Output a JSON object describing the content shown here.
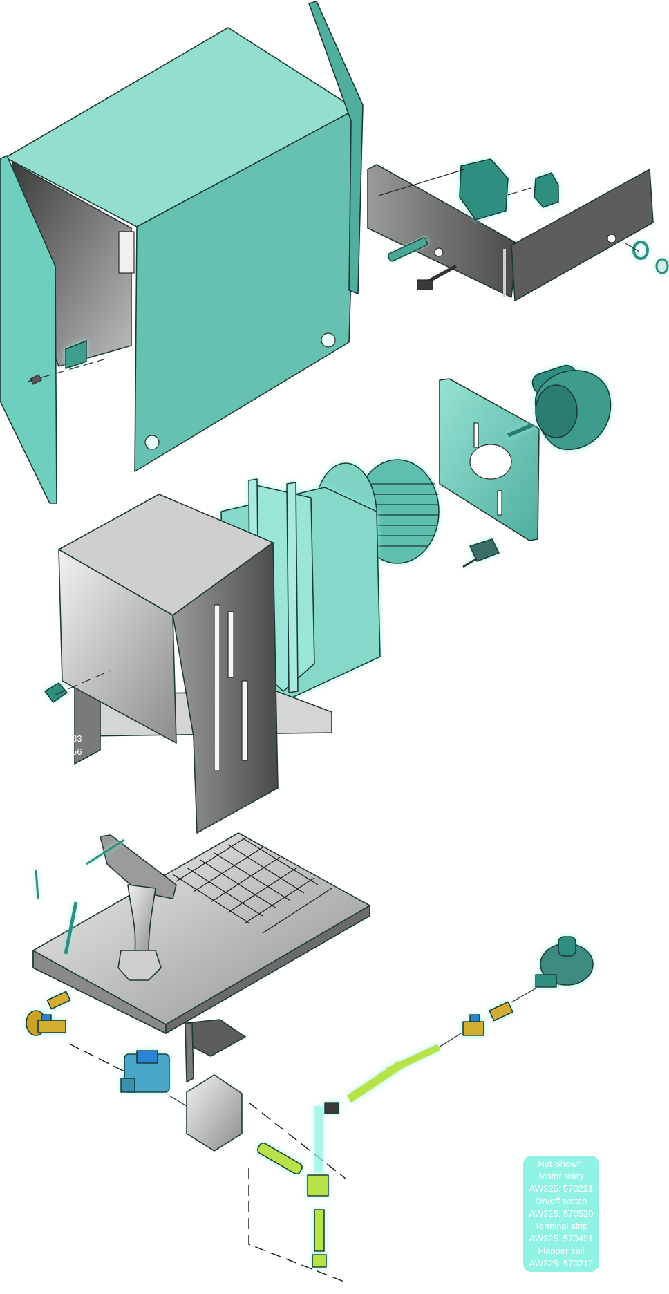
{
  "colors": {
    "teal_light": "#86d9c9",
    "teal_mid": "#5fbfae",
    "teal_dark": "#2f8f80",
    "metal_light": "#d9d9d9",
    "metal_mid": "#a9a9a9",
    "metal_dark": "#5d5d5d",
    "brass": "#c9a227",
    "highlight_green": "#b7e34a",
    "valve_blue": "#2b84d6"
  },
  "side_labels": [
    "83",
    "56"
  ],
  "note": {
    "lines": [
      "Not Shown:",
      "Motor relay",
      "AW325: 570221",
      "On/off switch",
      "AW325: 570520",
      "Terminal strip",
      "AW325: 570491",
      "Flapper sail",
      "AW325: 570212"
    ]
  },
  "parts": [
    "cabinet-enclosure-icon",
    "control-bracket-icon",
    "motor-relay-icon",
    "on-off-switch-icon",
    "grommet-icon",
    "blower-motor-icon",
    "motor-mount-plate-icon",
    "blower-wheel-icon",
    "blower-housing-icon",
    "heat-exchanger-box-icon",
    "burner-base-plate-icon",
    "burner-venturi-icon",
    "gas-valve-icon",
    "gas-regulator-icon",
    "ball-valve-icon",
    "gas-pipe-nipple-icon"
  ]
}
